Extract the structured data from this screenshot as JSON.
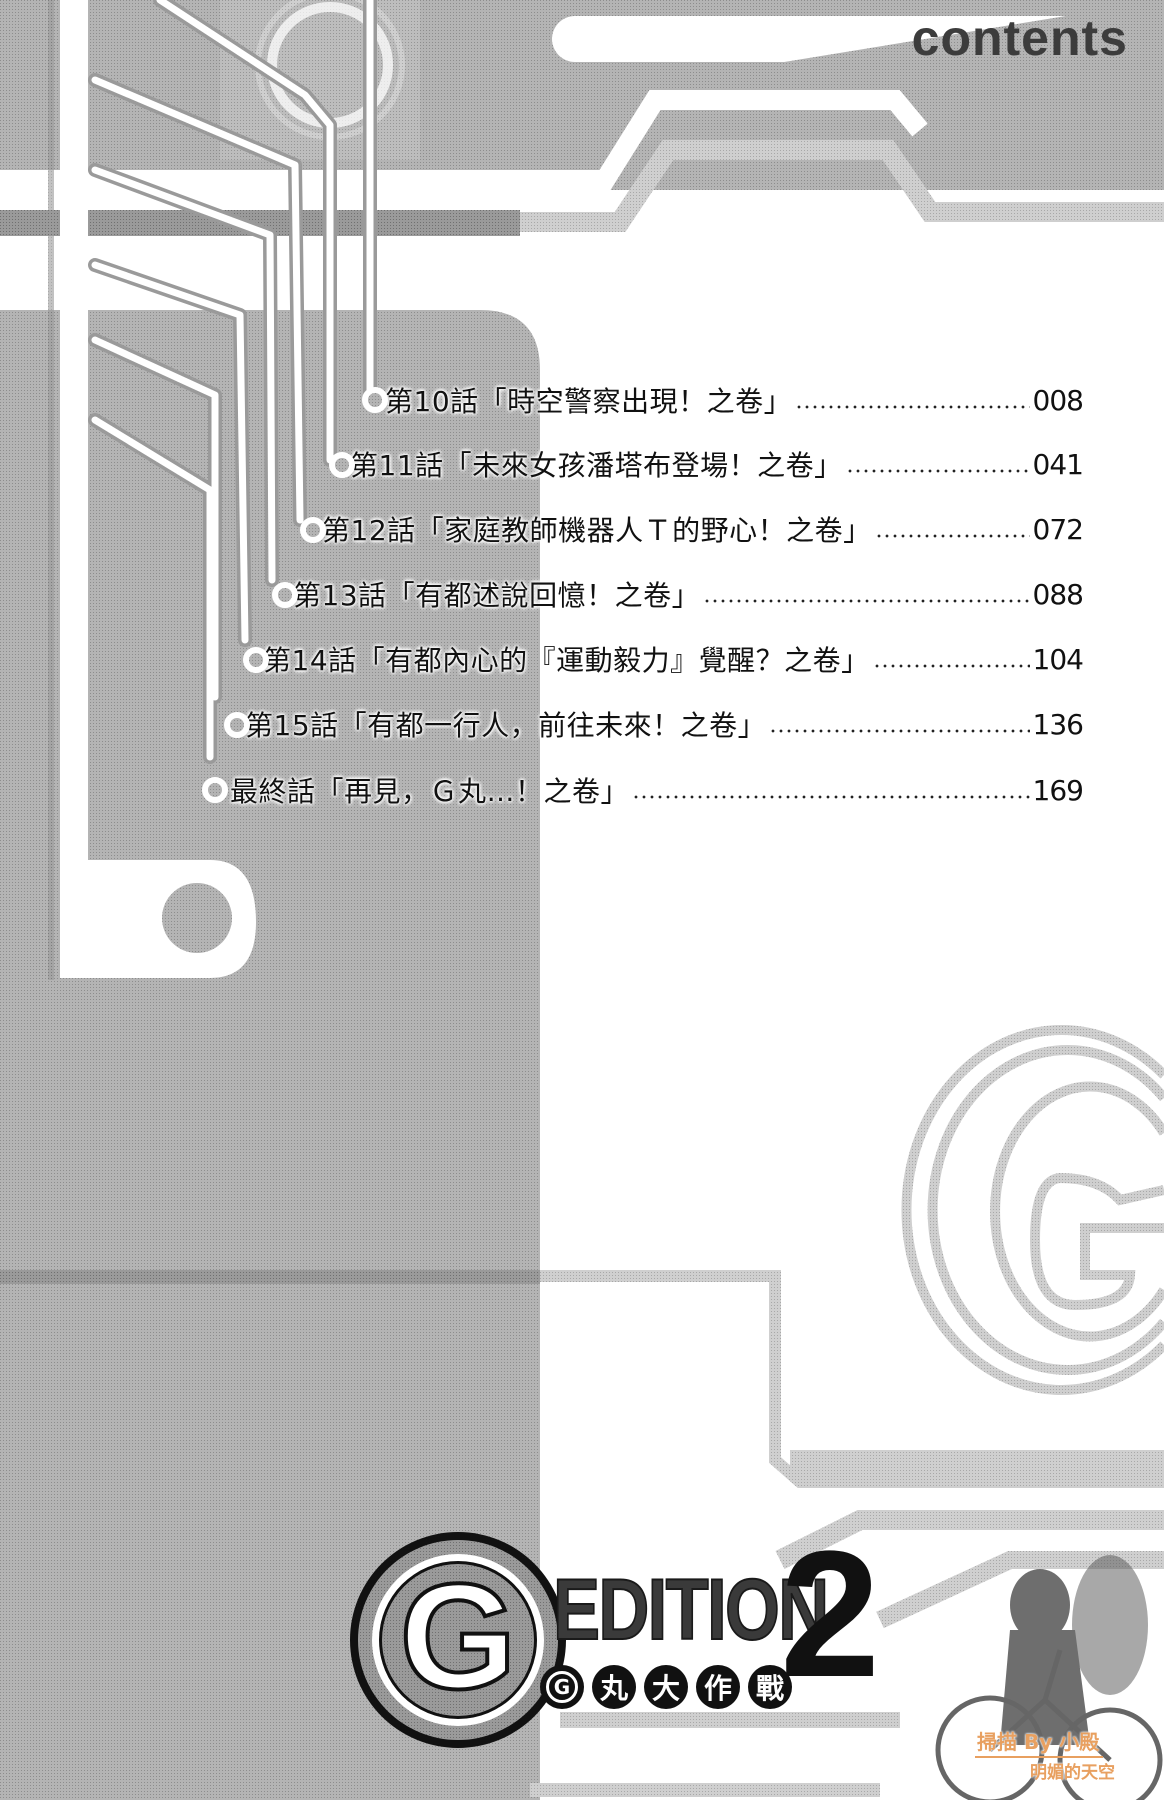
{
  "page": {
    "heading": "contents"
  },
  "toc": {
    "entries": [
      {
        "chapter": "第10話",
        "title": "「時空警察出現！之卷」",
        "page": "008"
      },
      {
        "chapter": "第11話",
        "title": "「未來女孩潘塔布登場！之卷」",
        "page": "041"
      },
      {
        "chapter": "第12話",
        "title": "「家庭教師機器人Ｔ的野心！之卷」",
        "page": "072"
      },
      {
        "chapter": "第13話",
        "title": "「有都述說回憶！之卷」",
        "page": "088"
      },
      {
        "chapter": "第14話",
        "title": "「有都內心的『運動毅力』覺醒？之卷」",
        "page": "104"
      },
      {
        "chapter": "第15話",
        "title": "「有都一行人，前往未來！之卷」",
        "page": "136"
      },
      {
        "chapter": "最終話",
        "title": "「再見，Ｇ丸…！之卷」",
        "page": "169"
      }
    ]
  },
  "logo": {
    "big_letter": "G",
    "word": "EDITION",
    "subtitle_chars": [
      "G",
      "丸",
      "大",
      "作",
      "戰"
    ],
    "volume": "2"
  },
  "credits": {
    "scan": "掃描 By 小殿",
    "group": "明媚的天空",
    "color": "#e8a060"
  },
  "colors": {
    "paper": "#ffffff",
    "tone_light": "#c8c8c8",
    "tone_mid": "#a9a9a9",
    "tone_dark": "#8a8a8a",
    "ink": "#111111"
  }
}
